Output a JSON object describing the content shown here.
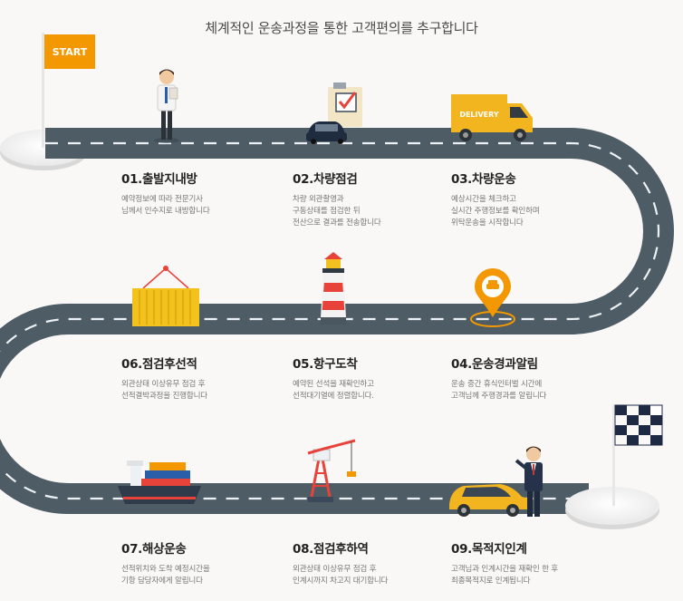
{
  "headline": "체계적인 운송과정을 통한 고객편의를 추구합니다",
  "start_flag": "START",
  "truck_label": "DELIVERY",
  "steps": [
    {
      "title": "01.출발지내방",
      "lines": [
        "예약정보에 따라 전문기사",
        "님께서 인수지로 내방합니다"
      ]
    },
    {
      "title": "02.차량점검",
      "lines": [
        "차량 외관촬영과",
        "구동상태를 점검한 뒤",
        "전산으로 결과를 전송합니다"
      ]
    },
    {
      "title": "03.차량운송",
      "lines": [
        "예상시간을 체크하고",
        "실시간 주행정보를 확인하며",
        "위탁운송을 시작합니다"
      ]
    },
    {
      "title": "04.운송경과알림",
      "lines": [
        "운송 중간 휴식인터벌 시간에",
        "고객님께 주행경과를 알립니다"
      ]
    },
    {
      "title": "05.항구도착",
      "lines": [
        "예약된 선석을 재확인하고",
        "선적대기열에 정렬합니다."
      ]
    },
    {
      "title": "06.점검후선적",
      "lines": [
        "외관상태 이상유무 점검 후",
        "선적결박과정을 진행합니다"
      ]
    },
    {
      "title": "07.해상운송",
      "lines": [
        "선적위치와 도착 예정시간을",
        "기항 담당자에게 알립니다"
      ]
    },
    {
      "title": "08.점검후하역",
      "lines": [
        "외관상태 이상유무 점검 후",
        "인계시까지 차고지 대기합니다"
      ]
    },
    {
      "title": "09.목적지인계",
      "lines": [
        "고객님과 인계시간을 재확인 한 후",
        "최종목적지로 인계됩니다"
      ]
    }
  ],
  "colors": {
    "road": "#4e5c66",
    "lane": "#eef1f3",
    "accent": "#f39800",
    "text": "#222222"
  }
}
